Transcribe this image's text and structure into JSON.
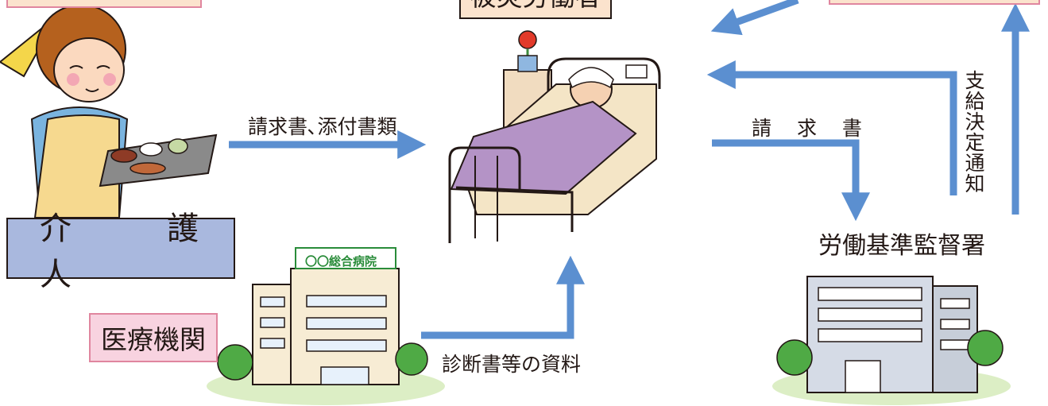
{
  "labels": {
    "caregiver": "介　護　人",
    "medical_institution": "医療機関",
    "injured_worker": "被災労働者",
    "claim_and_documents": "請求書､添付書類",
    "claim": "請 求 書",
    "payment_decision_notice": "支給決定通知",
    "labor_standards_office": "労働基準監督署",
    "diagnosis_documents": "診断書等の資料",
    "hospital_sign": "〇〇総合病院"
  },
  "colors": {
    "arrow": "#5b8fd0",
    "caregiver_box": "#a9b8de",
    "medical_box": "#f8d3e0",
    "worker_box": "#fbe3cd",
    "bed_blanket": "#b493c6",
    "hospital_sign": "#2a8c3a"
  }
}
